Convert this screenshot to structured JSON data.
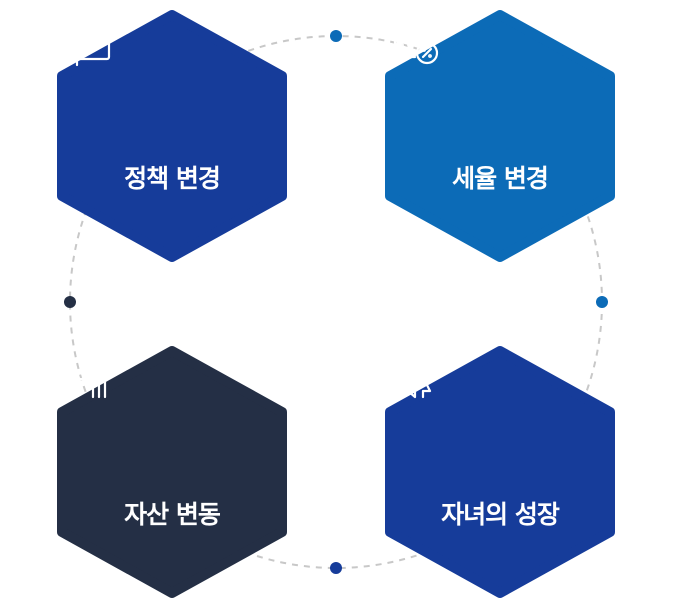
{
  "items": [
    {
      "label": "정책 변경",
      "icon": "book-icon",
      "color": "#163C9A"
    },
    {
      "label": "세율 변경",
      "icon": "calculator-percent-icon",
      "color": "#0C6BB7"
    },
    {
      "label": "자산 변동",
      "icon": "house-chart-icon",
      "color": "#242F45"
    },
    {
      "label": "자녀의 성장",
      "icon": "family-heart-icon",
      "color": "#163C9A"
    }
  ],
  "dots": [
    "#0C6BB7",
    "#242F45",
    "#0C6BB7",
    "#163C9A"
  ]
}
